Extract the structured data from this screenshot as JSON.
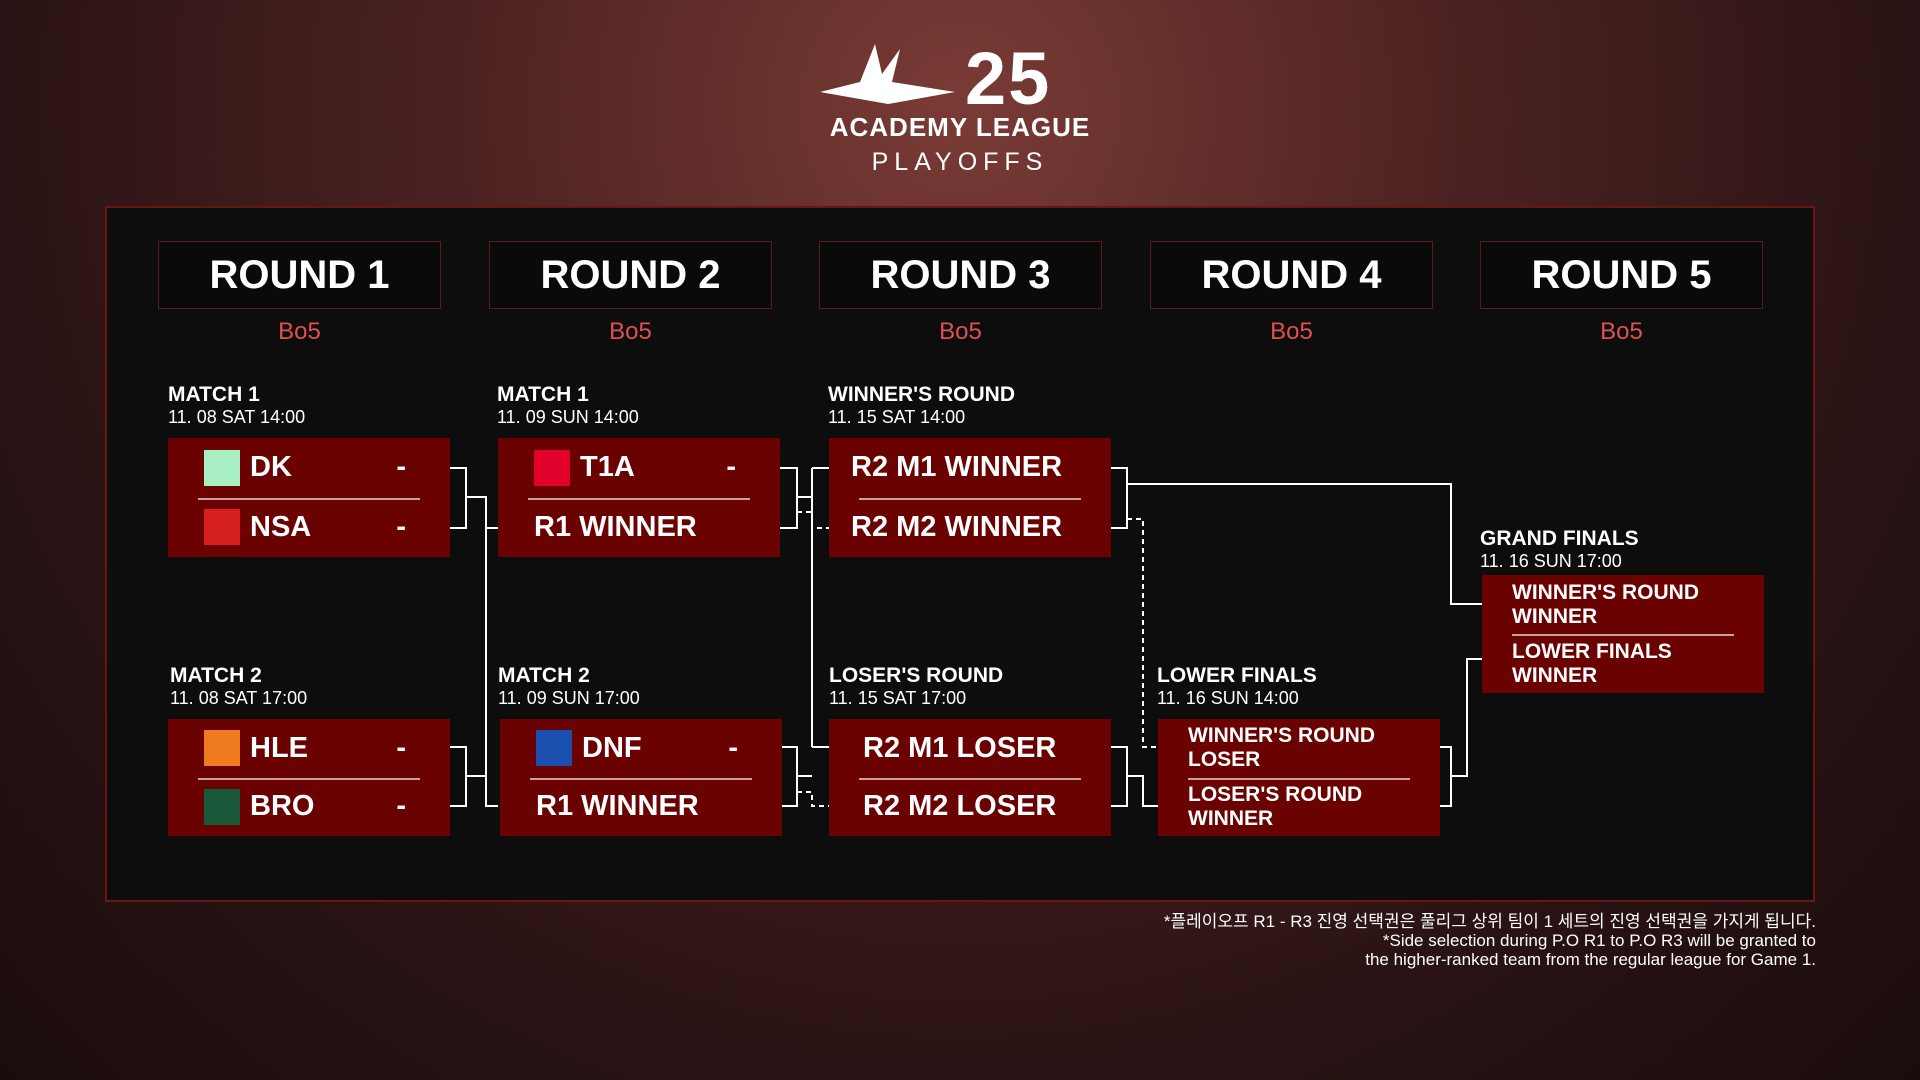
{
  "header": {
    "number": "25",
    "league": "ACADEMY LEAGUE",
    "subtitle": "PLAYOFFS"
  },
  "rounds": [
    {
      "label": "ROUND 1",
      "format": "Bo5"
    },
    {
      "label": "ROUND 2",
      "format": "Bo5"
    },
    {
      "label": "ROUND 3",
      "format": "Bo5"
    },
    {
      "label": "ROUND 4",
      "format": "Bo5"
    },
    {
      "label": "ROUND 5",
      "format": "Bo5"
    }
  ],
  "r1m1": {
    "title": "MATCH 1",
    "date": "11. 08 SAT 14:00",
    "top": {
      "team": "DK",
      "score": "-",
      "color": "#a8efc4"
    },
    "bottom": {
      "team": "NSA",
      "score": "-",
      "color": "#d62020"
    }
  },
  "r1m2": {
    "title": "MATCH 2",
    "date": "11. 08 SAT 17:00",
    "top": {
      "team": "HLE",
      "score": "-",
      "color": "#f07a20"
    },
    "bottom": {
      "team": "BRO",
      "score": "-",
      "color": "#1a5a3a"
    }
  },
  "r2m1": {
    "title": "MATCH 1",
    "date": "11. 09 SUN 14:00",
    "top": {
      "team": "T1A",
      "score": "-",
      "color": "#e2012d"
    },
    "bottom": {
      "team": "R1 WINNER"
    }
  },
  "r2m2": {
    "title": "MATCH 2",
    "date": "11. 09 SUN 17:00",
    "top": {
      "team": "DNF",
      "score": "-",
      "color": "#1a4fb0"
    },
    "bottom": {
      "team": "R1 WINNER"
    }
  },
  "r3w": {
    "title": "WINNER'S ROUND",
    "date": "11. 15 SAT 14:00",
    "top": "R2 M1 WINNER",
    "bottom": "R2 M2 WINNER"
  },
  "r3l": {
    "title": "LOSER'S ROUND",
    "date": "11. 15 SAT 17:00",
    "top": "R2 M1 LOSER",
    "bottom": "R2 M2 LOSER"
  },
  "lf": {
    "title": "LOWER FINALS",
    "date": "11. 16 SUN 14:00",
    "top": "WINNER'S ROUND LOSER",
    "bottom": "LOSER'S ROUND WINNER"
  },
  "gf": {
    "title": "GRAND FINALS",
    "date": "11. 16 SUN 17:00",
    "top": "WINNER'S ROUND WINNER",
    "bottom": "LOWER FINALS WINNER"
  },
  "notes": [
    "*플레이오프 R1 - R3 진영 선택권은 풀리그 상위 팀이 1 세트의 진영 선택권을 가지게 됩니다.",
    "*Side selection during P.O R1 to P.O R3 will be granted to",
    "the higher-ranked team from the regular league for Game 1."
  ]
}
